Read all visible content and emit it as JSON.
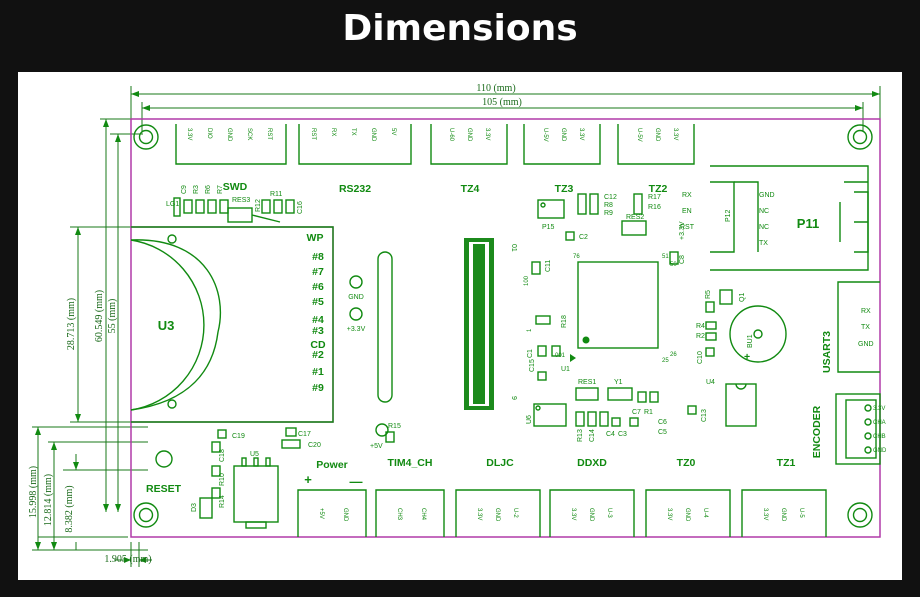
{
  "title": "Dimensions",
  "dimensions": {
    "width_outer": "110 (mm)",
    "width_holes": "105 (mm)",
    "height_u3": "28.713 (mm)",
    "height_board": "60.549 (mm)",
    "height_holes": "55 (mm)",
    "d_15998": "15.998 (mm)",
    "d_12814": "12.814 (mm)",
    "d_8382": "8.382 (mm)",
    "d_1905": "1.905 (mm)"
  },
  "labels": {
    "swd": "SWD",
    "rs232": "RS232",
    "tz4": "TZ4",
    "tz3": "TZ3",
    "tz2": "TZ2",
    "p11": "P11",
    "p12": "P12",
    "p15": "P15",
    "u3": "U3",
    "wp": "WP",
    "cd": "CD",
    "usart3": "USART3",
    "encoder": "ENCODER",
    "reset": "RESET",
    "power": "Power",
    "tim4": "TIM4_CH",
    "dljc": "DLJC",
    "ddxd": "DDXD",
    "tz0": "TZ0",
    "tz1": "TZ1",
    "plus": "+",
    "minus": "—",
    "gnd": "GND",
    "v33": "+3.3V",
    "v5": "+5V",
    "u1": "U1",
    "u4": "U4",
    "u5": "U5",
    "u6": "U6",
    "bu1": "BU1",
    "res1": "RES1",
    "res2": "RES2",
    "res3": "RES3",
    "y1": "Y1",
    "lg1": "LG1"
  },
  "sd_pins": [
    "#8",
    "#7",
    "#6",
    "#5",
    "#4",
    "#3",
    "#2",
    "#1",
    "#9"
  ],
  "p11_pins": [
    "GND",
    "NC",
    "NC",
    "TX"
  ],
  "p11_left": [
    "RX",
    "EN",
    "RST",
    "+3.3V"
  ],
  "usart3_pins": [
    "RX",
    "TX",
    "GND"
  ],
  "top_connectors": [
    [
      "3.3V",
      "DIO",
      "GND",
      "SCK",
      "RST"
    ],
    [
      "RST",
      "RX",
      "TX",
      "GND",
      "5V"
    ],
    [
      "U-60",
      "GND",
      "3.3V"
    ],
    [
      "U-5V",
      "GND",
      "3.3V"
    ],
    [
      "U-5V",
      "GND",
      "3.3V"
    ]
  ],
  "bottom_connectors": [
    [
      "+5V",
      "GND"
    ],
    [
      "CH3",
      "CH4"
    ],
    [
      "3.3V",
      "GND",
      "U-2"
    ],
    [
      "3.3V",
      "GND",
      "U-3"
    ],
    [
      "3.3V",
      "GND",
      "U-4"
    ],
    [
      "3.3V",
      "GND",
      "U-5"
    ]
  ],
  "encoder_pins": [
    "3.3V",
    "CHA",
    "CHB",
    "GND"
  ],
  "components": {
    "c9": "C9",
    "r3": "R3",
    "r6": "R6",
    "r7": "R7",
    "r11": "R11",
    "r12": "R12",
    "c16": "C16",
    "c12": "C12",
    "r8": "R8",
    "r9": "R9",
    "r17": "R17",
    "r16": "R16",
    "c2": "C2",
    "c8": "C8",
    "c11": "C11",
    "r18": "R18",
    "c15": "C15",
    "c1": "C1",
    "c10": "C10",
    "r5": "R5",
    "r4": "R4",
    "r2": "R2",
    "q1": "Q1",
    "c17": "C17",
    "c19": "C19",
    "c20": "C20",
    "r15": "R15",
    "c18": "C18",
    "r10": "R10",
    "r14": "R14",
    "d3": "D3",
    "r13": "R13",
    "c14": "C14",
    "c4": "C4",
    "c3": "C3",
    "c7": "C7",
    "r1": "R1",
    "c6": "C6",
    "c5": "C5",
    "c13": "C13",
    "n76": "76",
    "n51": "51",
    "n50": "50",
    "n25": "25",
    "n26": "26",
    "n001": "001",
    "n1": "1",
    "n100": "100",
    "n01": "01",
    "n9": "9"
  }
}
